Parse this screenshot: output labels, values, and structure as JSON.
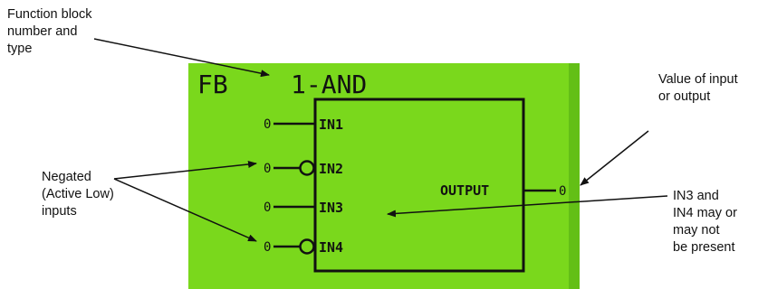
{
  "lcd": {
    "colors": {
      "screen": "#7ad81c",
      "screen_edge": "#5cb313",
      "ink": "#111111"
    },
    "fb_label": "FB",
    "fb_type": "1-AND",
    "inputs": [
      {
        "label": "IN1",
        "value": "0",
        "negated": false
      },
      {
        "label": "IN2",
        "value": "0",
        "negated": true
      },
      {
        "label": "IN3",
        "value": "0",
        "negated": false
      },
      {
        "label": "IN4",
        "value": "0",
        "negated": true
      }
    ],
    "output": {
      "label": "OUTPUT",
      "value": "0"
    }
  },
  "annotations": {
    "function_block": "Function block\nnumber and\ntype",
    "negated": "Negated\n(Active Low)\ninputs",
    "value": "Value of input\nor output",
    "optional": "IN3 and\nIN4 may or\nmay not\nbe present"
  }
}
